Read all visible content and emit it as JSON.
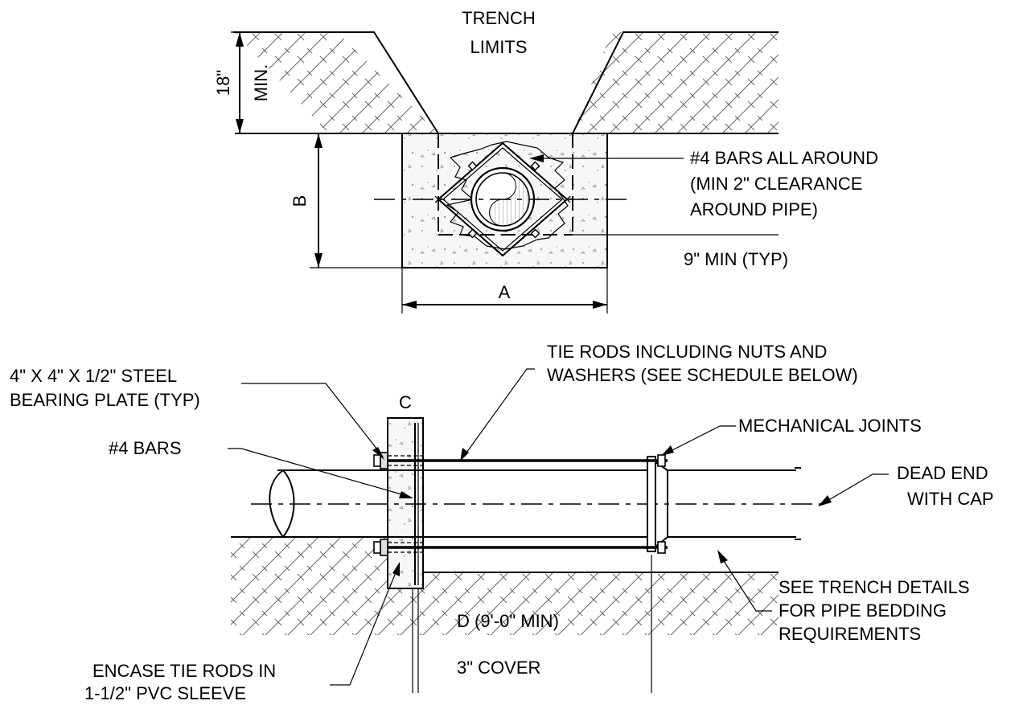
{
  "labels": {
    "trench_limits_1": "TRENCH",
    "trench_limits_2": "LIMITS",
    "dim_18": "18\"",
    "dim_min": "MIN.",
    "dim_b": "B",
    "dim_a": "A",
    "bars_note_1": "#4 BARS ALL AROUND",
    "bars_note_2": "(MIN 2\" CLEARANCE",
    "bars_note_3": "AROUND PIPE)",
    "nine_min": "9\" MIN (TYP)",
    "tie_rods_1": "TIE RODS INCLUDING NUTS AND",
    "tie_rods_2": "WASHERS (SEE SCHEDULE BELOW)",
    "plate_1": "4\" X 4\" X 1/2\" STEEL",
    "plate_2": "BEARING PLATE (TYP)",
    "dim_c": "C",
    "mech_joints": "MECHANICAL JOINTS",
    "bars_4": "#4 BARS",
    "dead_end_1": "DEAD END",
    "dead_end_2": "WITH CAP",
    "trench_details_1": "SEE TRENCH DETAILS",
    "trench_details_2": "FOR PIPE BEDDING",
    "trench_details_3": "REQUIREMENTS",
    "dim_d": "D (9'-0\" MIN)",
    "cover": "3\" COVER",
    "encase_1": "ENCASE TIE RODS IN",
    "encase_2": "1-1/2\" PVC SLEEVE"
  }
}
